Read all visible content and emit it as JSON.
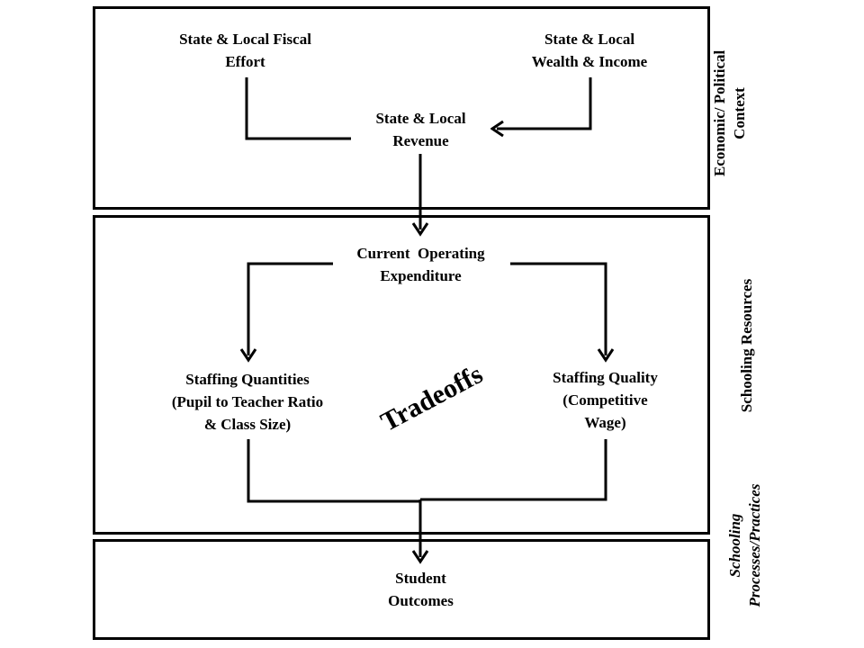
{
  "panels": {
    "economic_context": {
      "label_lines": [
        "Economic/ Political",
        "Context"
      ]
    },
    "schooling_resources": {
      "label_lines": [
        "Schooling Resources"
      ]
    },
    "schooling_processes": {
      "label_lines": [
        "Schooling",
        "Processes/Practices"
      ]
    }
  },
  "nodes": {
    "fiscal_effort": {
      "lines": [
        "State & Local Fiscal",
        "Effort"
      ]
    },
    "wealth_income": {
      "lines": [
        "State & Local",
        "Wealth & Income"
      ]
    },
    "revenue": {
      "lines": [
        "State & Local",
        "Revenue"
      ]
    },
    "expenditure": {
      "lines": [
        "Current  Operating",
        "Expenditure"
      ]
    },
    "staffing_quantities": {
      "lines": [
        "Staffing Quantities",
        "(Pupil to Teacher Ratio",
        "& Class Size)"
      ]
    },
    "staffing_quality": {
      "lines": [
        "Staffing Quality",
        "(Competitive",
        "Wage)"
      ]
    },
    "student_outcomes": {
      "lines": [
        "Student",
        "Outcomes"
      ]
    }
  },
  "tradeoffs_label": "Tradeoffs",
  "connections": [
    {
      "from": "fiscal_effort",
      "to": "revenue"
    },
    {
      "from": "wealth_income",
      "to": "revenue"
    },
    {
      "from": "revenue",
      "to": "expenditure"
    },
    {
      "from": "expenditure",
      "to": "staffing_quantities"
    },
    {
      "from": "expenditure",
      "to": "staffing_quality"
    },
    {
      "from": "staffing_quantities",
      "to": "student_outcomes"
    },
    {
      "from": "staffing_quality",
      "to": "student_outcomes"
    }
  ],
  "colors": {
    "line": "#000000",
    "background": "#ffffff"
  }
}
